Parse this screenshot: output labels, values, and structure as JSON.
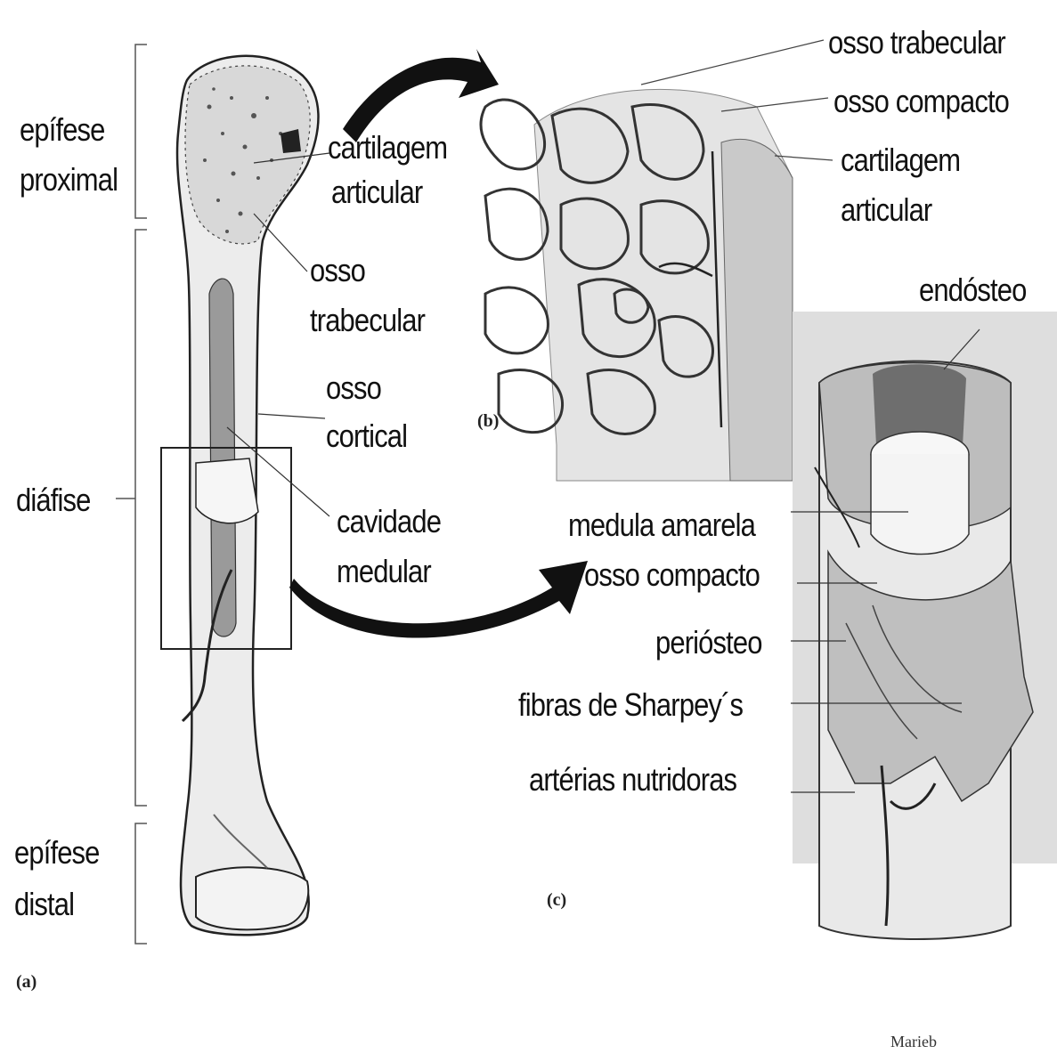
{
  "labels": {
    "epifese_proximal": [
      "epífese",
      "proximal"
    ],
    "cartilagem_articular_a": [
      "cartilagem",
      "articular"
    ],
    "osso_trabecular_a": [
      "osso",
      "trabecular"
    ],
    "osso_cortical": [
      "osso",
      "cortical"
    ],
    "diafise": "diáfise",
    "cavidade_medular": [
      "cavidade",
      "medular"
    ],
    "epifese_distal": [
      "epífese",
      "distal"
    ],
    "osso_trabecular_b": "osso trabecular",
    "osso_compacto_b": "osso compacto",
    "cartilagem_articular_b": [
      "cartilagem",
      "articular"
    ],
    "endosteo": "endósteo",
    "medula_amarela": "medula amarela",
    "osso_compacto_c": "osso compacto",
    "periosteo": "periósteo",
    "fibras_sharpey": "fibras de Sharpey´s",
    "arterias_nutridoras": "artérias nutridoras"
  },
  "panel_tags": {
    "a": "(a)",
    "b": "(b)",
    "c": "(c)"
  },
  "signature": "Marieb",
  "colors": {
    "ink": "#111111",
    "bone": "#e6e6e6",
    "shade": "#8a8a8a",
    "background": "#ffffff"
  }
}
